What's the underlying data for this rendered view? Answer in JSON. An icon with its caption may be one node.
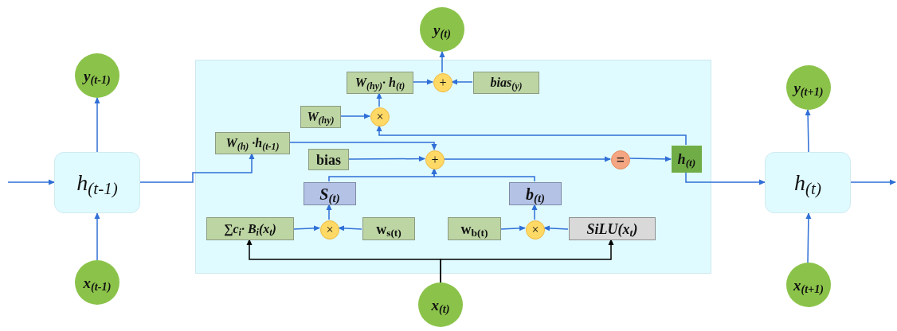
{
  "diagram": {
    "nodes": [
      {
        "text": [
          "y$_{(t-1)}$"
        ]
      },
      {
        "text": [
          "h$_{(t-1)}$"
        ]
      },
      {
        "text": [
          "x$_{(t-1)}$"
        ]
      },
      {
        "text": [],
        "shape": "box"
      },
      {
        "text": [
          "y$_{(t)}$"
        ]
      },
      {
        "text": [
          "W$_{(hy)}$· h$_{(t)}$"
        ],
        "in": 3
      },
      {
        "text": [
          "+"
        ],
        "in": 3
      },
      {
        "text": [
          "bias$_{(y)}$"
        ],
        "in": 3
      },
      {
        "text": [
          "W$_{(hy)}$"
        ],
        "in": 3
      },
      {
        "text": [
          "×"
        ],
        "in": 3
      },
      {
        "text": [
          "W$_{(h)}$ ·h$_{(t-1)}$"
        ],
        "in": 3
      },
      {
        "text": [
          "bias"
        ],
        "in": 3
      },
      {
        "text": [
          "+"
        ],
        "in": 3
      },
      {
        "text": [
          "="
        ],
        "in": 3
      },
      {
        "text": [
          "h$_{(t)}$"
        ],
        "in": 3
      },
      {
        "text": [
          "S$_{(t)}$"
        ],
        "in": 3
      },
      {
        "text": [
          "b$_{(t)}$"
        ],
        "in": 3
      },
      {
        "text": [
          "∑c$_{i}$· B$_{i}$(x$_{t}$)"
        ],
        "in": 3
      },
      {
        "text": [
          "×"
        ],
        "in": 3
      },
      {
        "text": [
          "w$_{s(t)}$"
        ],
        "in": 3
      },
      {
        "text": [
          "w$_{b(t)}$"
        ],
        "in": 3
      },
      {
        "text": [
          "×"
        ],
        "in": 3
      },
      {
        "text": [
          "SiLU(x$_{t}$)"
        ],
        "in": 3
      },
      {
        "text": [
          "x$_{(t)}$"
        ]
      },
      {
        "text": [
          "h$_{(t)}$"
        ]
      },
      {
        "text": [
          "y$_{(t+1)}$"
        ]
      },
      {
        "text": [
          "x$_{(t+1)}$"
        ]
      }
    ],
    "edges": [
      {
        "from": null,
        "to": 1,
        "arrow": "to"
      },
      {
        "from": 1,
        "to": 0,
        "arrow": "to"
      },
      {
        "from": 2,
        "to": 1,
        "arrow": "to"
      },
      {
        "from": 1,
        "to": 10,
        "arrow": "to"
      },
      {
        "from": 10,
        "to": 12,
        "arrow": "to"
      },
      {
        "from": 11,
        "to": 12,
        "arrow": "to"
      },
      {
        "from": 15,
        "to": 12,
        "arrow": "to"
      },
      {
        "from": 16,
        "to": 12,
        "arrow": "to"
      },
      {
        "from": 17,
        "to": 18,
        "arrow": "to"
      },
      {
        "from": 19,
        "to": 18,
        "arrow": "to"
      },
      {
        "from": 18,
        "to": 15,
        "arrow": "to"
      },
      {
        "from": 20,
        "to": 21,
        "arrow": "to"
      },
      {
        "from": 22,
        "to": 21,
        "arrow": "to"
      },
      {
        "from": 21,
        "to": 16,
        "arrow": "to"
      },
      {
        "from": 23,
        "to": 17,
        "arrow": "to",
        "color": "#000000"
      },
      {
        "from": 23,
        "to": 22,
        "arrow": "to",
        "color": "#000000"
      },
      {
        "from": 12,
        "to": 13,
        "arrow": "to"
      },
      {
        "from": 13,
        "to": 14,
        "arrow": "to"
      },
      {
        "from": 14,
        "to": 9,
        "arrow": "to"
      },
      {
        "from": 8,
        "to": 9,
        "arrow": "to"
      },
      {
        "from": 9,
        "to": 5,
        "arrow": "to"
      },
      {
        "from": 5,
        "to": 6,
        "arrow": "to"
      },
      {
        "from": 7,
        "to": 6,
        "arrow": "to"
      },
      {
        "from": 6,
        "to": 4,
        "arrow": "to"
      },
      {
        "from": 14,
        "to": 24,
        "arrow": "to"
      },
      {
        "from": 24,
        "to": 25,
        "arrow": "to"
      },
      {
        "from": 26,
        "to": 24,
        "arrow": "to"
      },
      {
        "from": 24,
        "to": null,
        "arrow": "to"
      }
    ]
  }
}
